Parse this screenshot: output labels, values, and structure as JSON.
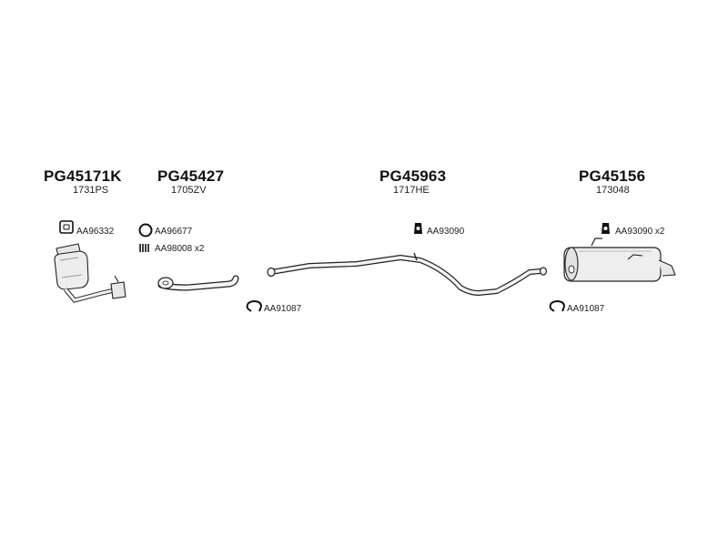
{
  "groups": [
    {
      "part": "PG45171K",
      "sub": "1731PS"
    },
    {
      "part": "PG45427",
      "sub": "1705ZV"
    },
    {
      "part": "PG45963",
      "sub": "1717HE"
    },
    {
      "part": "PG45156",
      "sub": "173048"
    }
  ],
  "accessories": {
    "gasket_square": "AA96332",
    "ring_gasket": "AA96677",
    "spring": "AA98008 x2",
    "clamp_left": "AA91087",
    "mount_middle": "AA93090",
    "mount_right": "AA93090 x2",
    "clamp_right": "AA91087"
  },
  "icons": {
    "gasket_square": "square-gasket-icon",
    "ring_gasket": "ring-gasket-icon",
    "spring": "spring-icon",
    "clamp": "clamp-icon",
    "mount": "rubber-mount-icon"
  }
}
